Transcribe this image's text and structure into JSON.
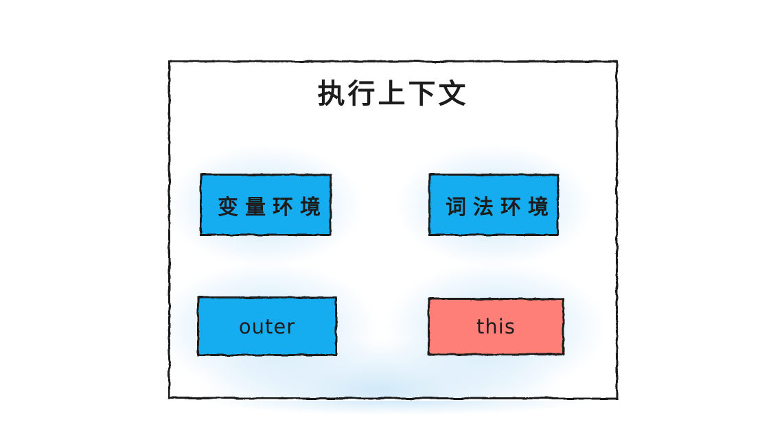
{
  "diagram": {
    "title": "执行上下文",
    "boxes": [
      {
        "name": "variable-environment",
        "label": "变量环境",
        "fill": "#16acf0"
      },
      {
        "name": "lexical-environment",
        "label": "词法环境",
        "fill": "#16acf0"
      },
      {
        "name": "outer",
        "label": "outer",
        "fill": "#16acf0"
      },
      {
        "name": "this",
        "label": "this",
        "fill": "#fd7f78"
      }
    ],
    "colors": {
      "box_blue": "#16acf0",
      "box_red": "#fd7f78",
      "stroke": "#1b1b1b",
      "glow": "#cde7f8",
      "text": "#1c1c1c",
      "background": "#ffffff"
    }
  }
}
